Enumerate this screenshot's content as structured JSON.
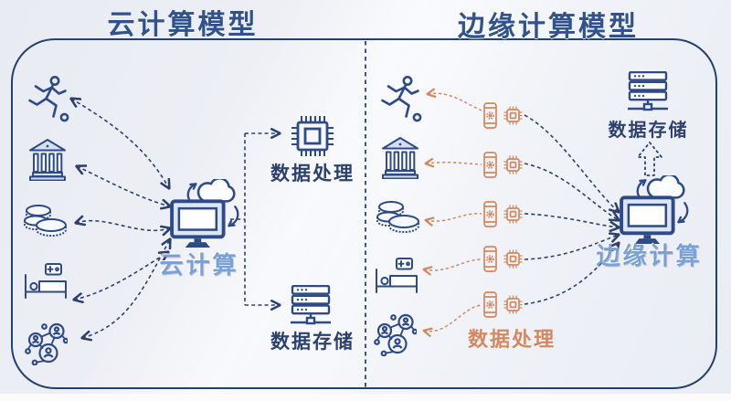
{
  "left_panel": {
    "title": "云计算模型",
    "hub_label": "云计算",
    "processing_label": "数据处理",
    "storage_label": "数据存储"
  },
  "right_panel": {
    "title": "边缘计算模型",
    "hub_label": "边缘计算",
    "processing_label": "数据处理",
    "storage_label": "数据存储"
  },
  "icons": {
    "source_icons": [
      "runner-icon",
      "bank-icon",
      "coins-icon",
      "hospital-bed-icon",
      "people-network-icon"
    ],
    "left_hub": [
      "monitor-icon",
      "cloud-icon",
      "sync-arrows-icon"
    ],
    "left_nodes": [
      "cpu-chip-icon",
      "server-icon"
    ],
    "right_hub": [
      "monitor-icon",
      "cloud-icon",
      "sync-arrows-icon"
    ],
    "right_edge_devices": [
      "smartphone-icon",
      "cpu-chip-icon"
    ],
    "right_node": [
      "server-icon",
      "dashed-up-arrow-icon"
    ]
  },
  "colors": {
    "border_navy": "#24406e",
    "icon_navy": "#2e4a87",
    "connector_navy": "#2c4170",
    "title_blue": "#31528c",
    "hub_label_blue": "#79a1d6",
    "accent_orange": "#d6875f",
    "background": "#eef0f6"
  }
}
